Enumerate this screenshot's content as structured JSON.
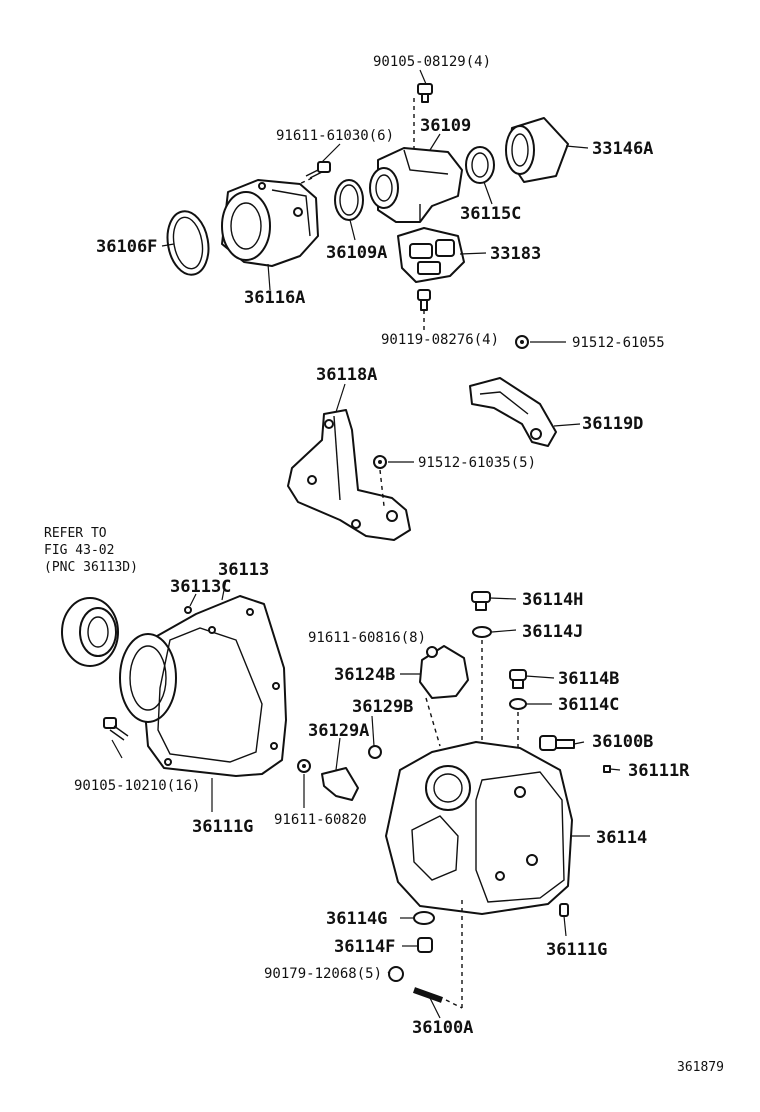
{
  "diagram": {
    "labels": {
      "p90105_08129": "90105-08129(4)",
      "p91611_61030": "91611-61030(6)",
      "p36109": "36109",
      "p33146a": "33146A",
      "p36115c": "36115C",
      "p36106f": "36106F",
      "p36109a": "36109A",
      "p33183": "33183",
      "p36116a": "36116A",
      "p90119_08276": "90119-08276(4)",
      "p91512_61055": "91512-61055",
      "p36118a": "36118A",
      "p36119d": "36119D",
      "p91512_61035": "91512-61035(5)",
      "refer_line1": "REFER TO",
      "refer_line2": "FIG 43-02",
      "refer_line3": "(PNC 36113D)",
      "p36113": "36113",
      "p36113c": "36113C",
      "p36114h": "36114H",
      "p91611_60816": "91611-60816(8)",
      "p36114j": "36114J",
      "p36124b": "36124B",
      "p36114b": "36114B",
      "p36129b": "36129B",
      "p36114c": "36114C",
      "p36129a": "36129A",
      "p36100b": "36100B",
      "p90105_10210": "90105-10210(16)",
      "p36111r": "36111R",
      "p91611_60820": "91611-60820",
      "p36114": "36114",
      "p36111g_left": "36111G",
      "p36114g": "36114G",
      "p36114f": "36114F",
      "p36111g_right": "36111G",
      "p90179_12068": "90179-12068(5)",
      "p36100a": "36100A"
    },
    "figure_number": "361879"
  }
}
